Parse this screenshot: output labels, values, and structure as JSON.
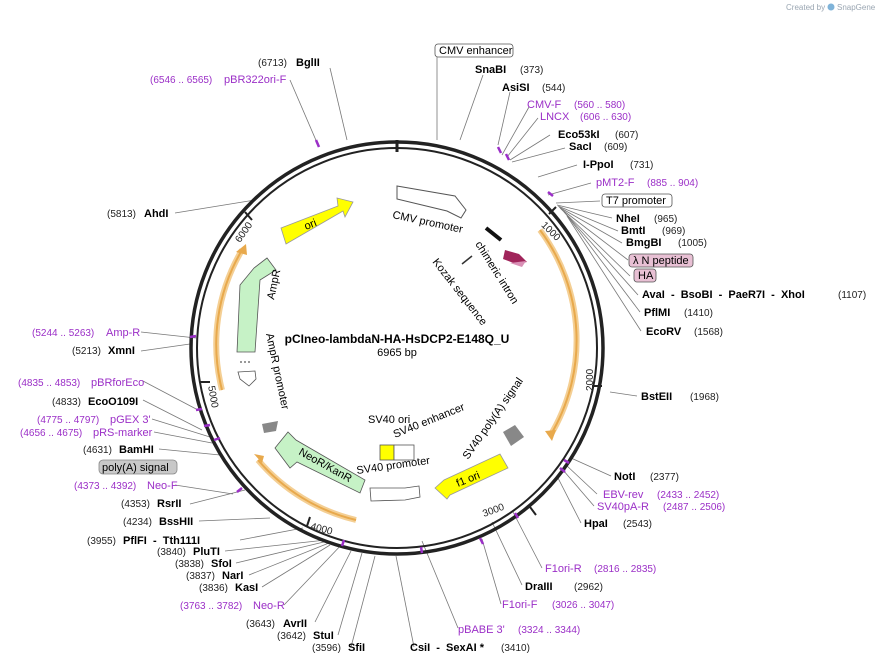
{
  "credit": {
    "text": "Created by",
    "brand": "SnapGene"
  },
  "plasmid": {
    "name": "pCIneo-lambdaN-HA-HsDCP2-E148Q_U",
    "size": "6965 bp"
  },
  "ticks": [
    "1000",
    "2000",
    "3000",
    "4000",
    "5000",
    "6000"
  ],
  "colors": {
    "primer": "#9b2fc7",
    "ori": "#ffff00",
    "ampr": "#c6f2c6",
    "neor": "#c6f2c6",
    "orf_arrow": "#e8a94c",
    "backbone": "#222222",
    "intron": "#a0245a"
  },
  "inner_features": {
    "cmv_promoter": "CMV promoter",
    "chimeric_intron": "chimeric intron",
    "kozak": "Kozak sequence",
    "ori": "ori",
    "ampr": "AmpR",
    "ampr_promoter": "AmpR promoter",
    "sv40_ori": "SV40 ori",
    "sv40_enhancer": "SV40 enhancer",
    "sv40_polya": "SV40 poly(A) signal",
    "f1_ori": "f1 ori",
    "sv40_promoter": "SV40 promoter",
    "neo": "NeoR/KanR"
  },
  "boxed_labels": {
    "cmv_enhancer": "CMV enhancer",
    "t7_promoter": "T7 promoter",
    "lambda_n": "λ N peptide",
    "ha": "HA",
    "polya": "poly(A) signal"
  },
  "sites_right": [
    {
      "pos": "(6713)",
      "name": "BglII"
    },
    {
      "name": "SnaBI",
      "pos": "(373)"
    },
    {
      "name": "AsiSI",
      "pos": "(544)"
    },
    {
      "name": "CMV-F",
      "pos": "(560 .. 580)"
    },
    {
      "name": "LNCX",
      "pos": "(606 .. 630)"
    },
    {
      "name": "Eco53kI",
      "pos": "(607)"
    },
    {
      "name": "SacI",
      "pos": "(609)"
    },
    {
      "name": "I-PpoI",
      "pos": "(731)"
    },
    {
      "name": "pMT2-F",
      "pos": "(885 .. 904)"
    },
    {
      "name": "NheI",
      "pos": "(965)"
    },
    {
      "name": "BmtI",
      "pos": "(969)"
    },
    {
      "name": "BmgBI",
      "pos": "(1005)"
    },
    {
      "name": "AvaI  -  BsoBI  -  PaeR7I  -  XhoI",
      "pos": "(1107)"
    },
    {
      "name": "PflMI",
      "pos": "(1410)"
    },
    {
      "name": "EcoRV",
      "pos": "(1568)"
    },
    {
      "name": "BstEII",
      "pos": "(1968)"
    },
    {
      "name": "NotI",
      "pos": "(2377)"
    },
    {
      "name": "EBV-rev",
      "pos": "(2433 .. 2452)"
    },
    {
      "name": "SV40pA-R",
      "pos": "(2487 .. 2506)"
    },
    {
      "name": "HpaI",
      "pos": "(2543)"
    },
    {
      "name": "F1ori-R",
      "pos": "(2816 .. 2835)"
    },
    {
      "name": "DraIII",
      "pos": "(2962)"
    },
    {
      "name": "F1ori-F",
      "pos": "(3026 .. 3047)"
    },
    {
      "name": "pBABE 3'",
      "pos": "(3324 .. 3344)"
    },
    {
      "name": "CsiI  -  SexAI *",
      "pos": "(3410)"
    }
  ],
  "sites_left": [
    {
      "pos": "(6546 .. 6565)",
      "name": "pBR322ori-F"
    },
    {
      "pos": "(5813)",
      "name": "AhdI"
    },
    {
      "pos": "(5244 .. 5263)",
      "name": "Amp-R"
    },
    {
      "pos": "(5213)",
      "name": "XmnI"
    },
    {
      "pos": "(4835 .. 4853)",
      "name": "pBRforEco"
    },
    {
      "pos": "(4833)",
      "name": "EcoO109I"
    },
    {
      "pos": "(4775 .. 4797)",
      "name": "pGEX 3'"
    },
    {
      "pos": "(4656 .. 4675)",
      "name": "pRS-marker"
    },
    {
      "pos": "(4631)",
      "name": "BamHI"
    },
    {
      "pos": "(4373 .. 4392)",
      "name": "Neo-F"
    },
    {
      "pos": "(4353)",
      "name": "RsrII"
    },
    {
      "pos": "(4234)",
      "name": "BssHII"
    },
    {
      "pos": "(3955)",
      "name": "PflFI  -  Tth111I"
    },
    {
      "pos": "(3840)",
      "name": "PluTI"
    },
    {
      "pos": "(3838)",
      "name": "SfoI"
    },
    {
      "pos": "(3837)",
      "name": "NarI"
    },
    {
      "pos": "(3836)",
      "name": "KasI"
    },
    {
      "pos": "(3763 .. 3782)",
      "name": "Neo-R"
    },
    {
      "pos": "(3643)",
      "name": "AvrII"
    },
    {
      "pos": "(3642)",
      "name": "StuI"
    },
    {
      "pos": "(3596)",
      "name": "SfiI"
    }
  ]
}
